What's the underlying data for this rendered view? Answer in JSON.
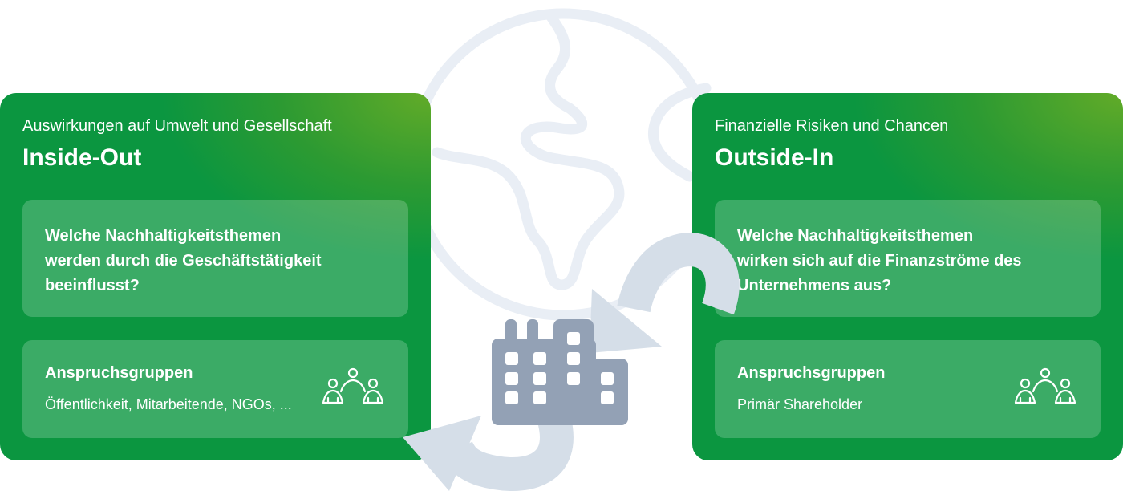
{
  "inside_out": {
    "subtitle": "Auswirkungen auf Umwelt und Gesellschaft",
    "title": "Inside-Out",
    "question": "Welche Nachhaltigkeitsthemen werden durch die Geschäftstätigkeit beeinflusst?",
    "stakeholders_heading": "Anspruchsgruppen",
    "stakeholders_value": "Öffentlichkeit, Mitarbeitende, NGOs, ..."
  },
  "outside_in": {
    "subtitle": "Finanzielle Risiken und Chancen",
    "title": "Outside-In",
    "question": "Welche Nachhaltigkeitsthemen wirken sich auf die Finanzströme des Unternehmens aus?",
    "stakeholders_heading": "Anspruchsgruppen",
    "stakeholders_value": "Primär Shareholder"
  },
  "colors": {
    "green": "#0b9640",
    "green_light": "#62ab28",
    "globe": "#e9eef5",
    "arrow": "#d5dee8",
    "factory": "#93a1b5"
  }
}
